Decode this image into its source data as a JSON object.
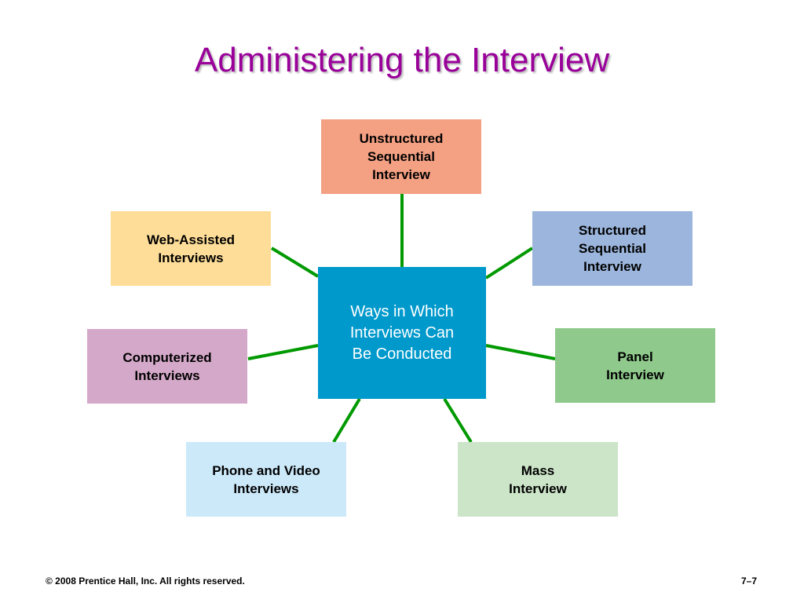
{
  "title": "Administering the Interview",
  "center": {
    "label": "Ways in Which\nInterviews Can\nBe Conducted",
    "color": "#0099CC"
  },
  "connector_color": "#009900",
  "nodes": [
    {
      "id": "unstructured",
      "label": "Unstructured\nSequential\nInterview",
      "color": "#F4A083"
    },
    {
      "id": "structured",
      "label": "Structured\nSequential\nInterview",
      "color": "#9BB5DC"
    },
    {
      "id": "panel",
      "label": "Panel\nInterview",
      "color": "#8FC98C"
    },
    {
      "id": "mass",
      "label": "Mass\nInterview",
      "color": "#CCE5C8"
    },
    {
      "id": "phone-video",
      "label": "Phone and Video\nInterviews",
      "color": "#CCE9FA"
    },
    {
      "id": "computerized",
      "label": "Computerized\nInterviews",
      "color": "#D4A8C8"
    },
    {
      "id": "web-assisted",
      "label": "Web-Assisted\nInterviews",
      "color": "#FDDD98"
    }
  ],
  "footer": {
    "copyright": "© 2008 Prentice Hall, Inc. All rights reserved.",
    "page": "7–7"
  }
}
